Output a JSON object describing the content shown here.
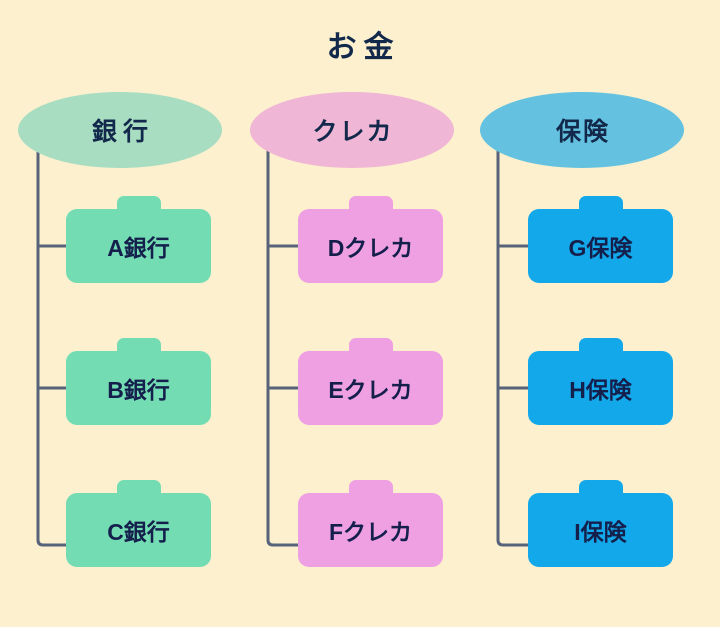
{
  "diagram": {
    "title": "お金",
    "background_color": "#fcf0ce",
    "text_color": "#13294b",
    "connector_color": "#56637a",
    "node_shape": "camera-tab-rounded-rectangle",
    "branches": [
      {
        "id": "bank",
        "head_label": "銀行",
        "head_color": "#a8ddc2",
        "node_color": "#73dcb3",
        "nodes": [
          {
            "label": "A銀行"
          },
          {
            "label": "B銀行"
          },
          {
            "label": "C銀行"
          }
        ]
      },
      {
        "id": "credit-card",
        "head_label": "クレカ",
        "head_color": "#f0b6d5",
        "node_color": "#efa0e2",
        "nodes": [
          {
            "label": "Dクレカ"
          },
          {
            "label": "Eクレカ"
          },
          {
            "label": "Fクレカ"
          }
        ]
      },
      {
        "id": "insurance",
        "head_label": "保険",
        "head_color": "#64c2e0",
        "node_color": "#13a8ea",
        "nodes": [
          {
            "label": "G保険"
          },
          {
            "label": "H保険"
          },
          {
            "label": "I保険"
          }
        ]
      }
    ]
  }
}
